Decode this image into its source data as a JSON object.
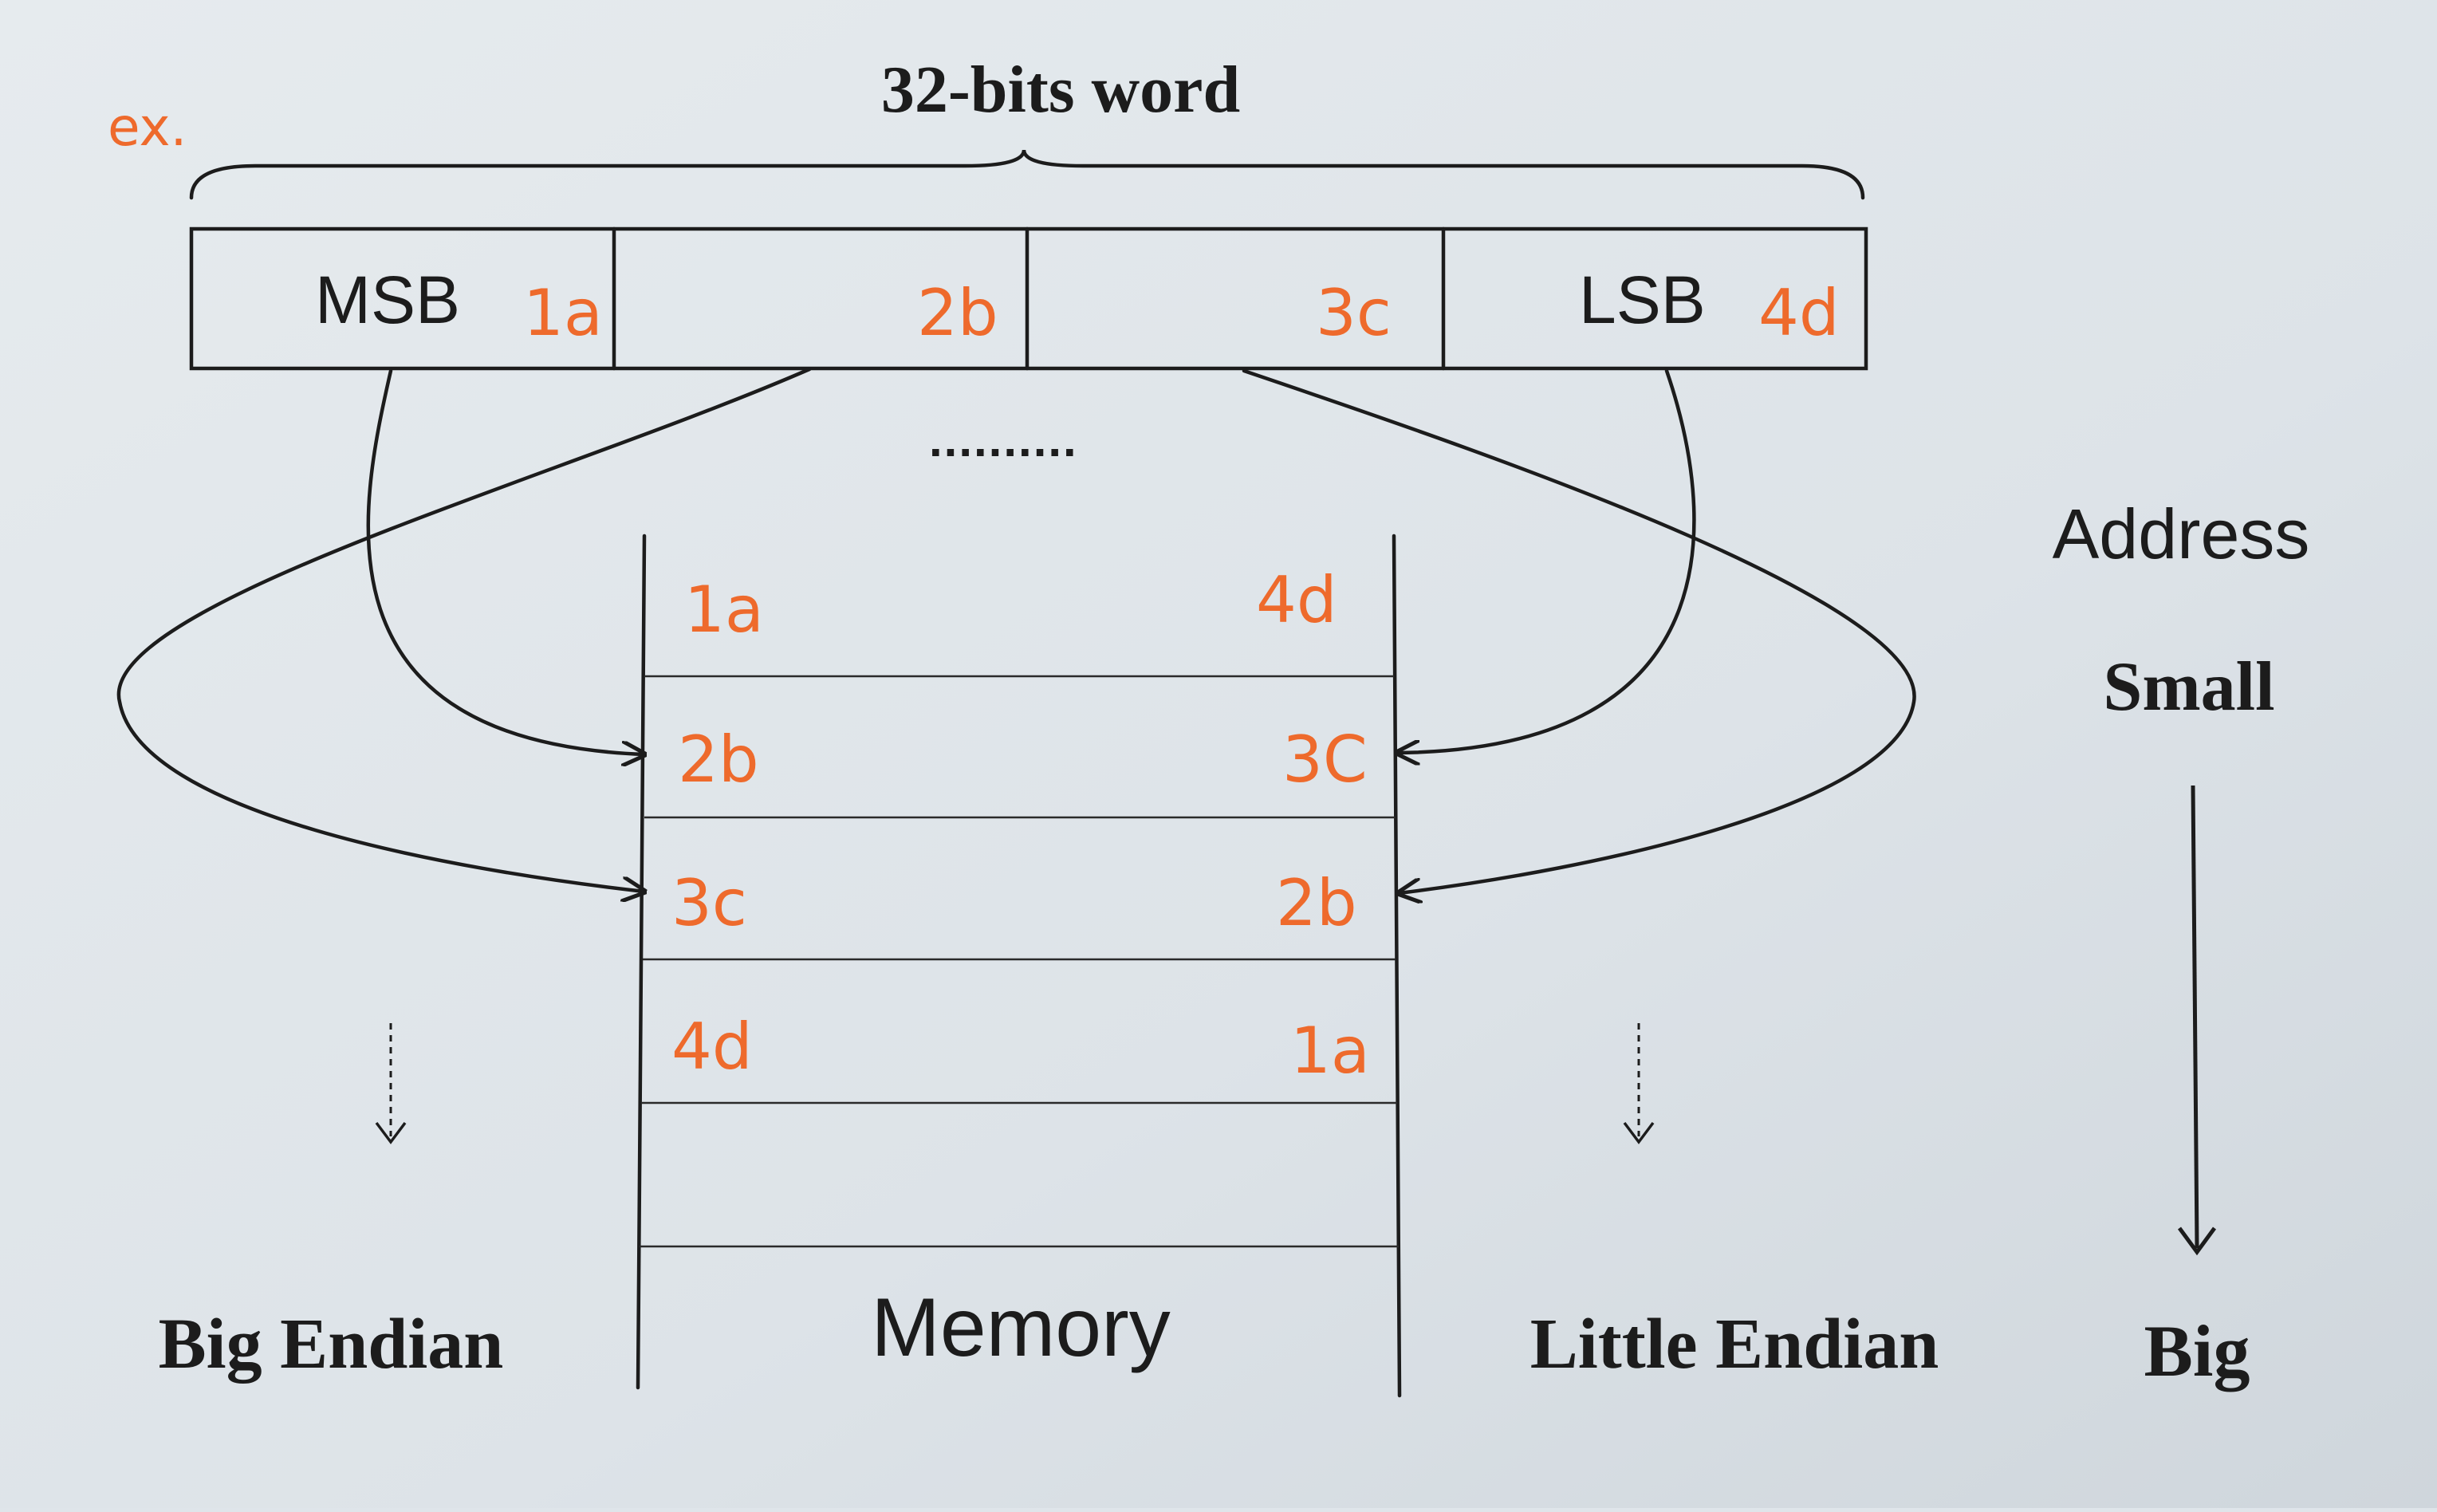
{
  "diagram": {
    "title": "32-bits word",
    "example_label": "ex.",
    "word_cells": [
      {
        "main": "MSB",
        "value": "1a"
      },
      {
        "main": "",
        "value": "2b"
      },
      {
        "main": "",
        "value": "3c"
      },
      {
        "main": "LSB",
        "value": "4d"
      }
    ],
    "ellipsis": "..........",
    "memory_label": "Memory",
    "big_endian_label": "Big Endian",
    "little_endian_label": "Little Endian",
    "big_endian_column": [
      "1a",
      "2b",
      "3c",
      "4d"
    ],
    "little_endian_column": [
      "4d",
      "3C",
      "2b",
      "1a"
    ],
    "address_axis": {
      "title": "Address",
      "top": "Small",
      "bottom": "Big"
    }
  },
  "colors": {
    "ink": "#1c1c1c",
    "annotation": "#ee6a2c",
    "paper": "#dfe5ea"
  }
}
